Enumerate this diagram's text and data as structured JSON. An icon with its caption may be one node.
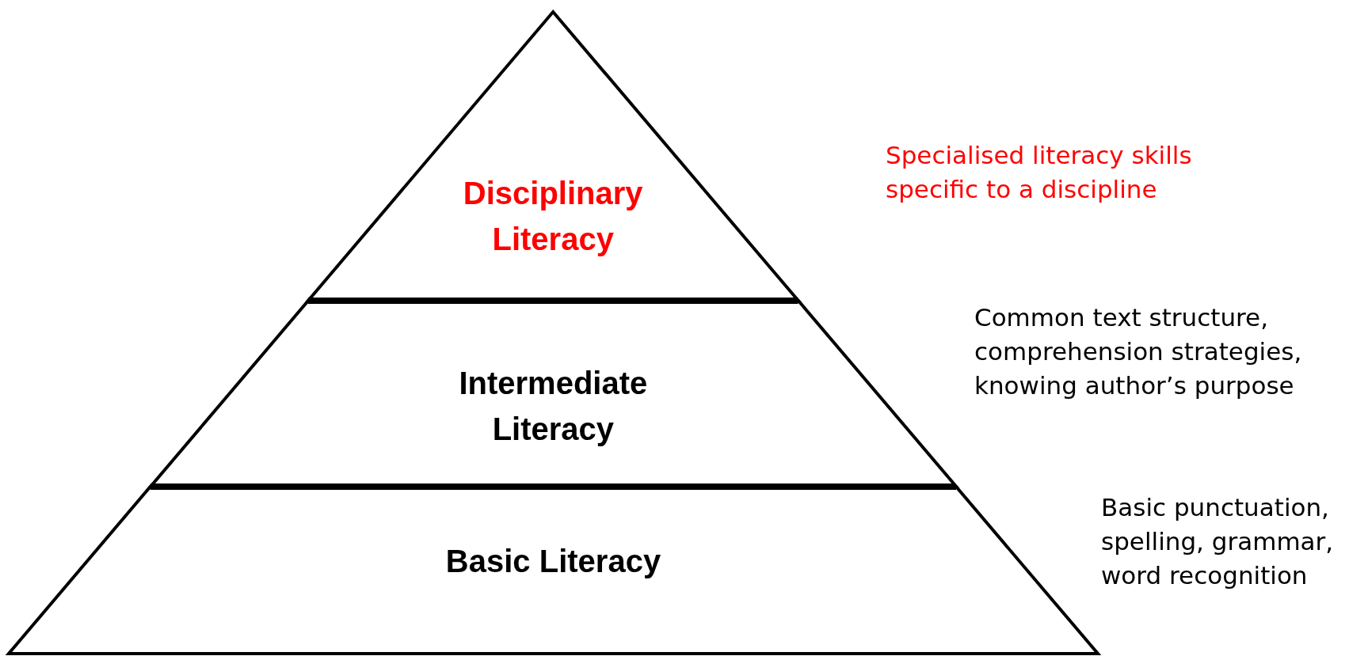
{
  "diagram": {
    "nodes": [
      {
        "text": [
          "Disciplinary Literacy"
        ],
        "beside": [
          "Specialised literacy skills specific to a discipline"
        ]
      },
      {
        "text": [
          "Intermediate Literacy"
        ],
        "beside": [
          "Common text structure, comprehension strategies, knowing author’s purpose"
        ]
      },
      {
        "text": [
          "Basic Literacy"
        ],
        "beside": [
          "Basic punctuation, spelling, grammar, word recognition"
        ]
      }
    ]
  }
}
